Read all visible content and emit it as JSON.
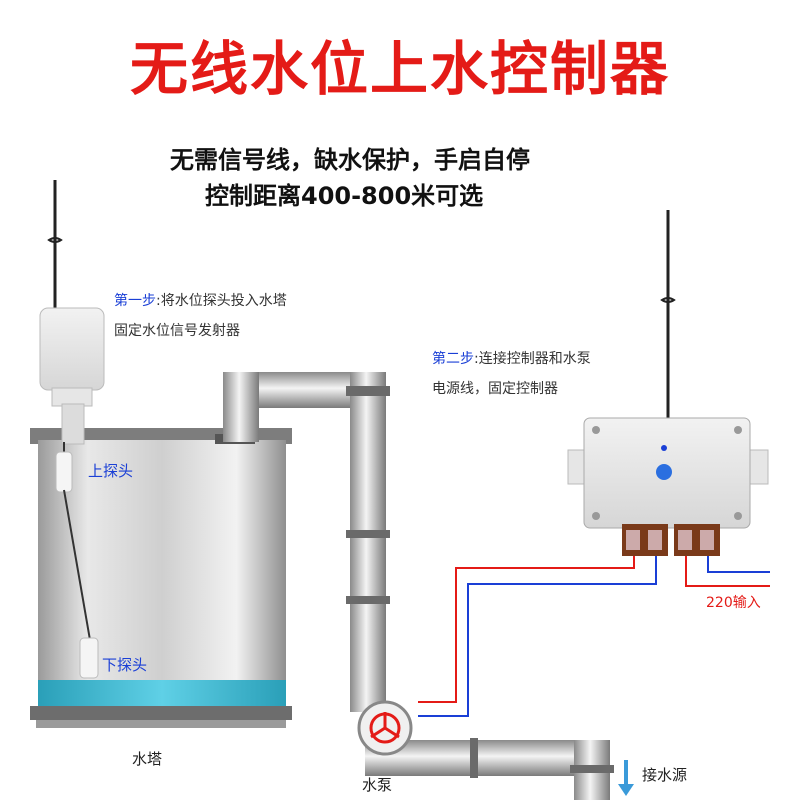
{
  "title": "无线水位上水控制器",
  "subtitle_lines": [
    "无需信号线，缺水保护，手启自停",
    "控制距离400-800米可选"
  ],
  "step1": {
    "label": "第一步",
    "text": ":将水位探头投入水塔",
    "line2": "固定水位信号发射器"
  },
  "step2": {
    "label": "第二步",
    "text": ":连接控制器和水泵",
    "line2": "电源线，固定控制器"
  },
  "labels": {
    "upper_probe": "上探头",
    "lower_probe": "下探头",
    "tower": "水塔",
    "pump": "水泵",
    "water_source": "接水源",
    "power_input": "220输入"
  },
  "colors": {
    "title": "#e41b17",
    "step_highlight": "#1a3fd6",
    "water": "#3bb6d0",
    "wire_red": "#e41b17",
    "wire_blue": "#1a3fd6"
  }
}
